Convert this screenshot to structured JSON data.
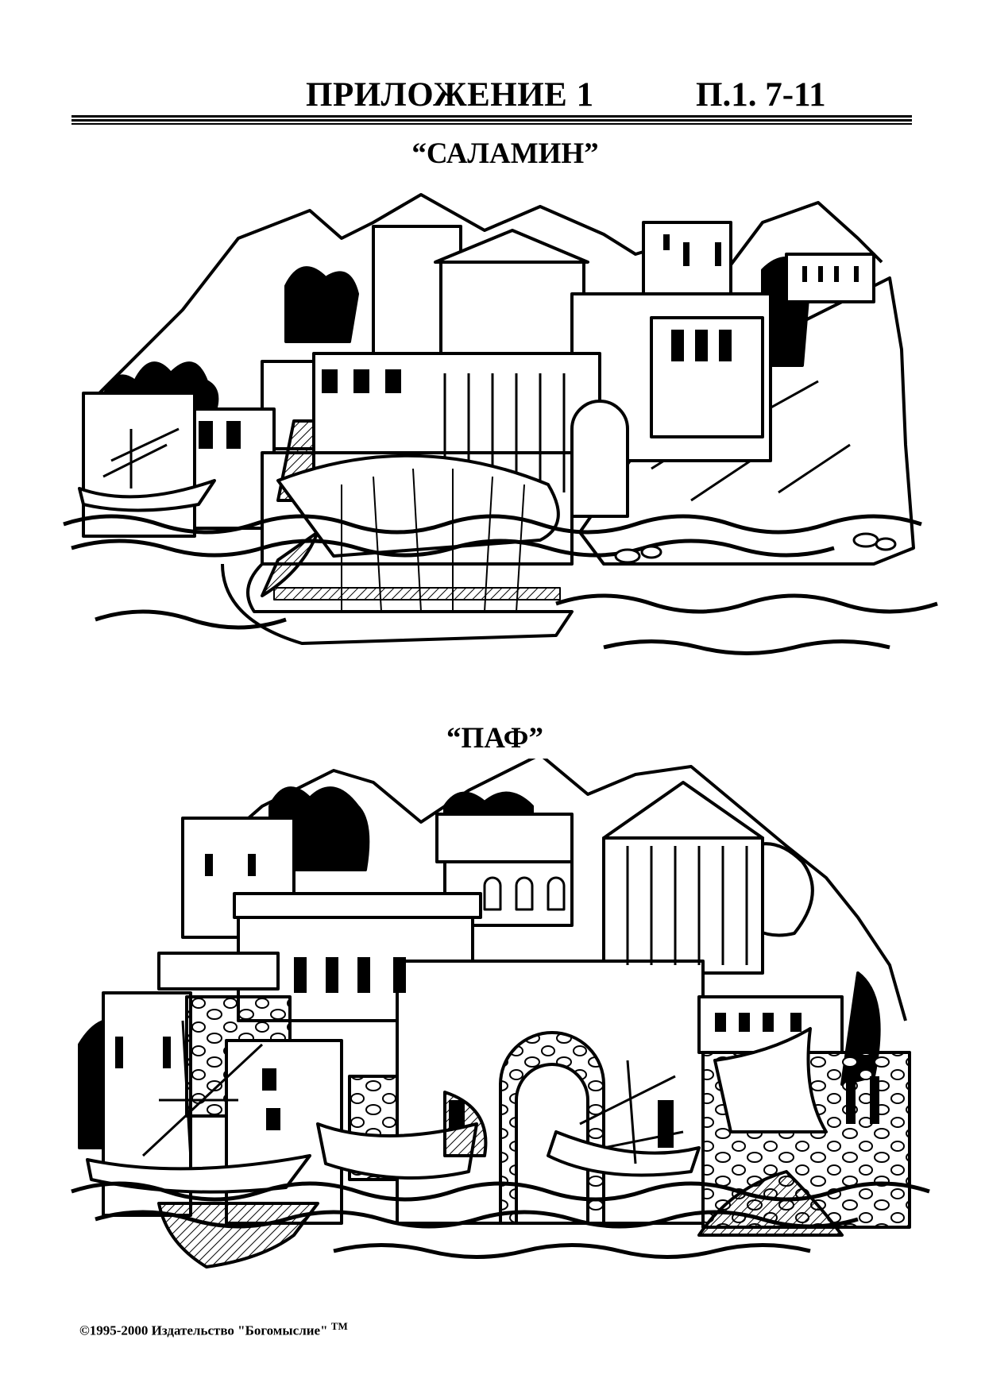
{
  "header": {
    "title": "ПРИЛОЖЕНИЕ 1",
    "code": "П.1. 7-11"
  },
  "illustrations": [
    {
      "caption": "“САЛАМИН”"
    },
    {
      "caption": "“ПАФ”"
    }
  ],
  "footer": {
    "copyright": "©1995-2000 Издательство \"Богомыслие\"",
    "trademark": "TM"
  }
}
